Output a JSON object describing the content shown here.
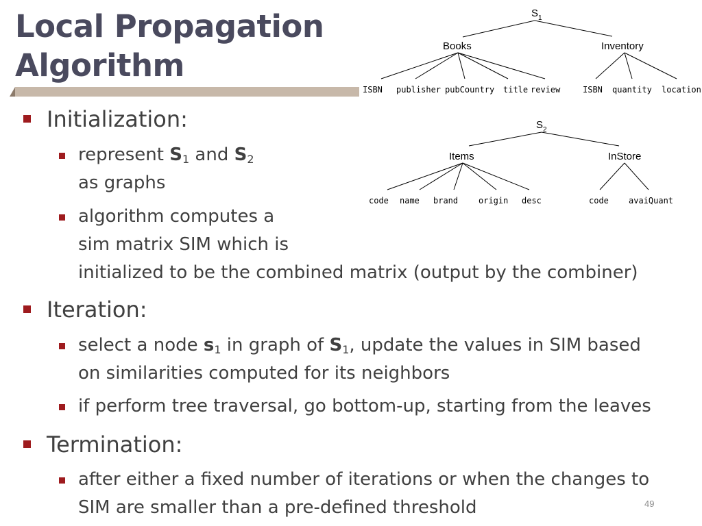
{
  "title": {
    "line1": "Local Propagation",
    "line2": "Algorithm"
  },
  "bullets": {
    "initialization": {
      "heading": "Initialization:",
      "item1": {
        "text_a": "represent ",
        "s1": "S",
        "sub1": "1",
        "and": " and ",
        "s2": "S",
        "sub2": "2",
        "line2": "as graphs"
      },
      "item2": {
        "line1": "algorithm computes a",
        "line2": "sim matrix SIM which is",
        "line3": "initialized to be the combined matrix (output by the combiner)"
      }
    },
    "iteration": {
      "heading": "Iteration:",
      "item1": {
        "text_a": "select a node ",
        "s": "s",
        "sub": "1",
        "text_b": " in graph of ",
        "S": "S",
        "sub2": "1",
        "text_c": ", update the values in SIM based",
        "line2": "on similarities computed for its neighbors"
      },
      "item2": {
        "text": "if perform tree traversal, go bottom-up, starting from the leaves"
      }
    },
    "termination": {
      "heading": "Termination:",
      "item1": {
        "line1": "after either a fixed number of iterations or when the changes to",
        "line2": "SIM are smaller than a pre-defined threshold"
      }
    }
  },
  "page_number": "49",
  "trees": {
    "s1": {
      "root": "S",
      "root_sub": "1",
      "children": [
        {
          "label": "Books",
          "leaves": [
            "ISBN",
            "publisher",
            "pubCountry",
            "title",
            "review"
          ]
        },
        {
          "label": "Inventory",
          "leaves": [
            "ISBN",
            "quantity",
            "location"
          ]
        }
      ]
    },
    "s2": {
      "root": "S",
      "root_sub": "2",
      "children": [
        {
          "label": "Items",
          "leaves": [
            "code",
            "name",
            "brand",
            "origin",
            "desc"
          ]
        },
        {
          "label": "InStore",
          "leaves": [
            "code",
            "avaiQuant"
          ]
        }
      ]
    }
  },
  "colors": {
    "title": "#4a4a5e",
    "bullet": "#9e1b1e",
    "divider": "#c7b8a9",
    "text": "#404040"
  }
}
